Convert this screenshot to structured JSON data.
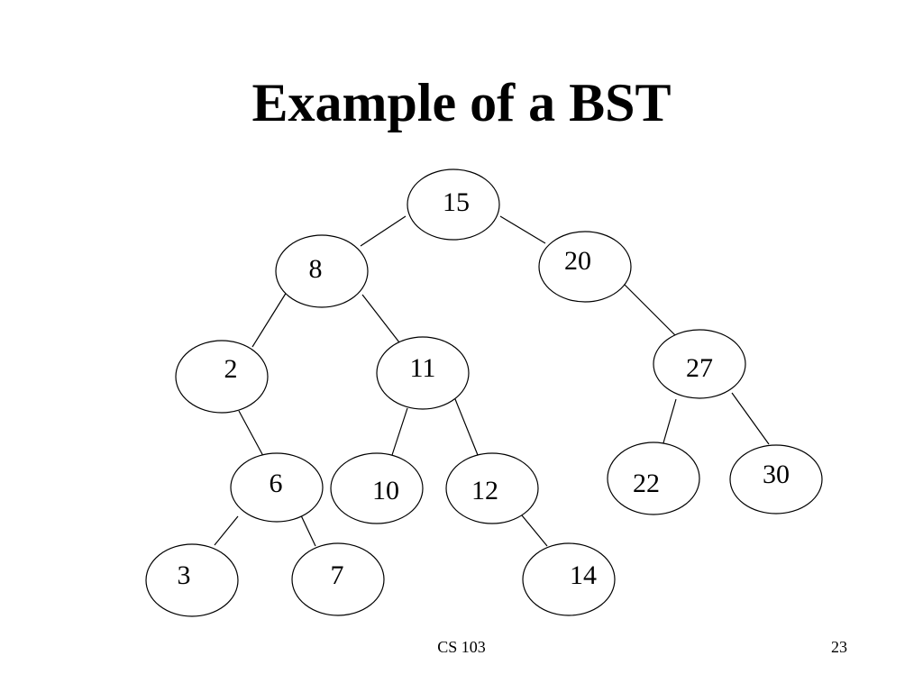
{
  "slide": {
    "title": "Example of a BST",
    "footer_course": "CS 103",
    "page_number": "23"
  },
  "tree": {
    "nodes": [
      {
        "id": "n15",
        "label": "15"
      },
      {
        "id": "n8",
        "label": "8"
      },
      {
        "id": "n20",
        "label": "20"
      },
      {
        "id": "n2",
        "label": "2"
      },
      {
        "id": "n11",
        "label": "11"
      },
      {
        "id": "n27",
        "label": "27"
      },
      {
        "id": "n6",
        "label": "6"
      },
      {
        "id": "n10",
        "label": "10"
      },
      {
        "id": "n12",
        "label": "12"
      },
      {
        "id": "n22",
        "label": "22"
      },
      {
        "id": "n30",
        "label": "30"
      },
      {
        "id": "n3",
        "label": "3"
      },
      {
        "id": "n7",
        "label": "7"
      },
      {
        "id": "n14",
        "label": "14"
      }
    ],
    "edges": [
      {
        "from": "n15",
        "to": "n8"
      },
      {
        "from": "n15",
        "to": "n20"
      },
      {
        "from": "n8",
        "to": "n2"
      },
      {
        "from": "n8",
        "to": "n11"
      },
      {
        "from": "n20",
        "to": "n27"
      },
      {
        "from": "n2",
        "to": "n6"
      },
      {
        "from": "n11",
        "to": "n10"
      },
      {
        "from": "n11",
        "to": "n12"
      },
      {
        "from": "n27",
        "to": "n22"
      },
      {
        "from": "n27",
        "to": "n30"
      },
      {
        "from": "n6",
        "to": "n3"
      },
      {
        "from": "n6",
        "to": "n7"
      },
      {
        "from": "n12",
        "to": "n14"
      }
    ]
  }
}
